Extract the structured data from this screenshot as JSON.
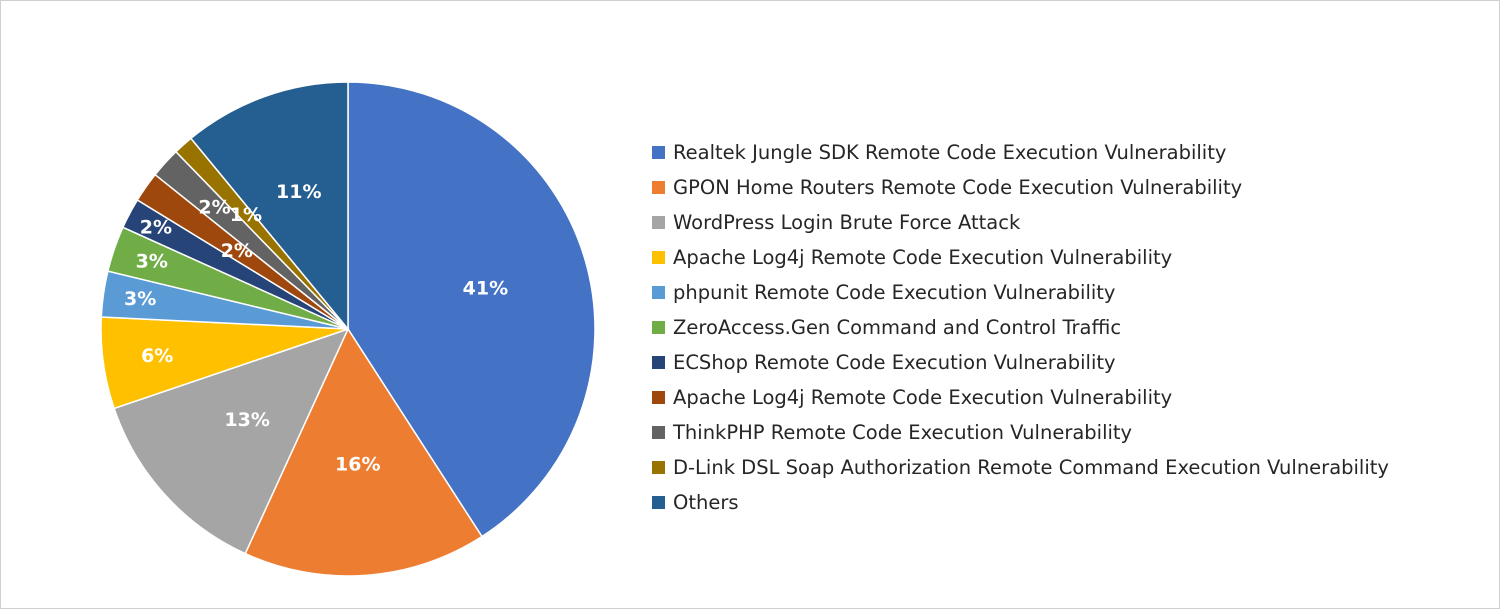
{
  "chart_data": {
    "type": "pie",
    "title": "",
    "start": "12 o'clock, clockwise",
    "legend_position": "right",
    "slices": [
      {
        "label": "Realtek Jungle SDK Remote Code Execution Vulnerability",
        "value": 41,
        "display": "41%",
        "color": "#4472C4"
      },
      {
        "label": "GPON Home Routers Remote Code Execution Vulnerability",
        "value": 16,
        "display": "16%",
        "color": "#ED7D31"
      },
      {
        "label": "WordPress Login Brute Force Attack",
        "value": 13,
        "display": "13%",
        "color": "#A5A5A5"
      },
      {
        "label": "Apache Log4j Remote Code Execution Vulnerability",
        "value": 6,
        "display": "6%",
        "color": "#FFC000"
      },
      {
        "label": "phpunit Remote Code Execution Vulnerability",
        "value": 3,
        "display": "3%",
        "color": "#5B9BD5"
      },
      {
        "label": "ZeroAccess.Gen Command and Control Traffic",
        "value": 3,
        "display": "3%",
        "color": "#70AD47"
      },
      {
        "label": "ECShop Remote Code Execution Vulnerability",
        "value": 2,
        "display": "2%",
        "color": "#264478"
      },
      {
        "label": "Apache Log4j Remote Code Execution Vulnerability",
        "value": 2,
        "display": "2%",
        "color": "#9E480E"
      },
      {
        "label": "ThinkPHP Remote Code Execution Vulnerability",
        "value": 2,
        "display": "2%",
        "color": "#636363"
      },
      {
        "label": "D-Link DSL Soap Authorization Remote Command Execution Vulnerability",
        "value": 1.3,
        "display": "1%",
        "color": "#997300"
      },
      {
        "label": "Others",
        "value": 11,
        "display": "11%",
        "color": "#255E91"
      }
    ]
  }
}
